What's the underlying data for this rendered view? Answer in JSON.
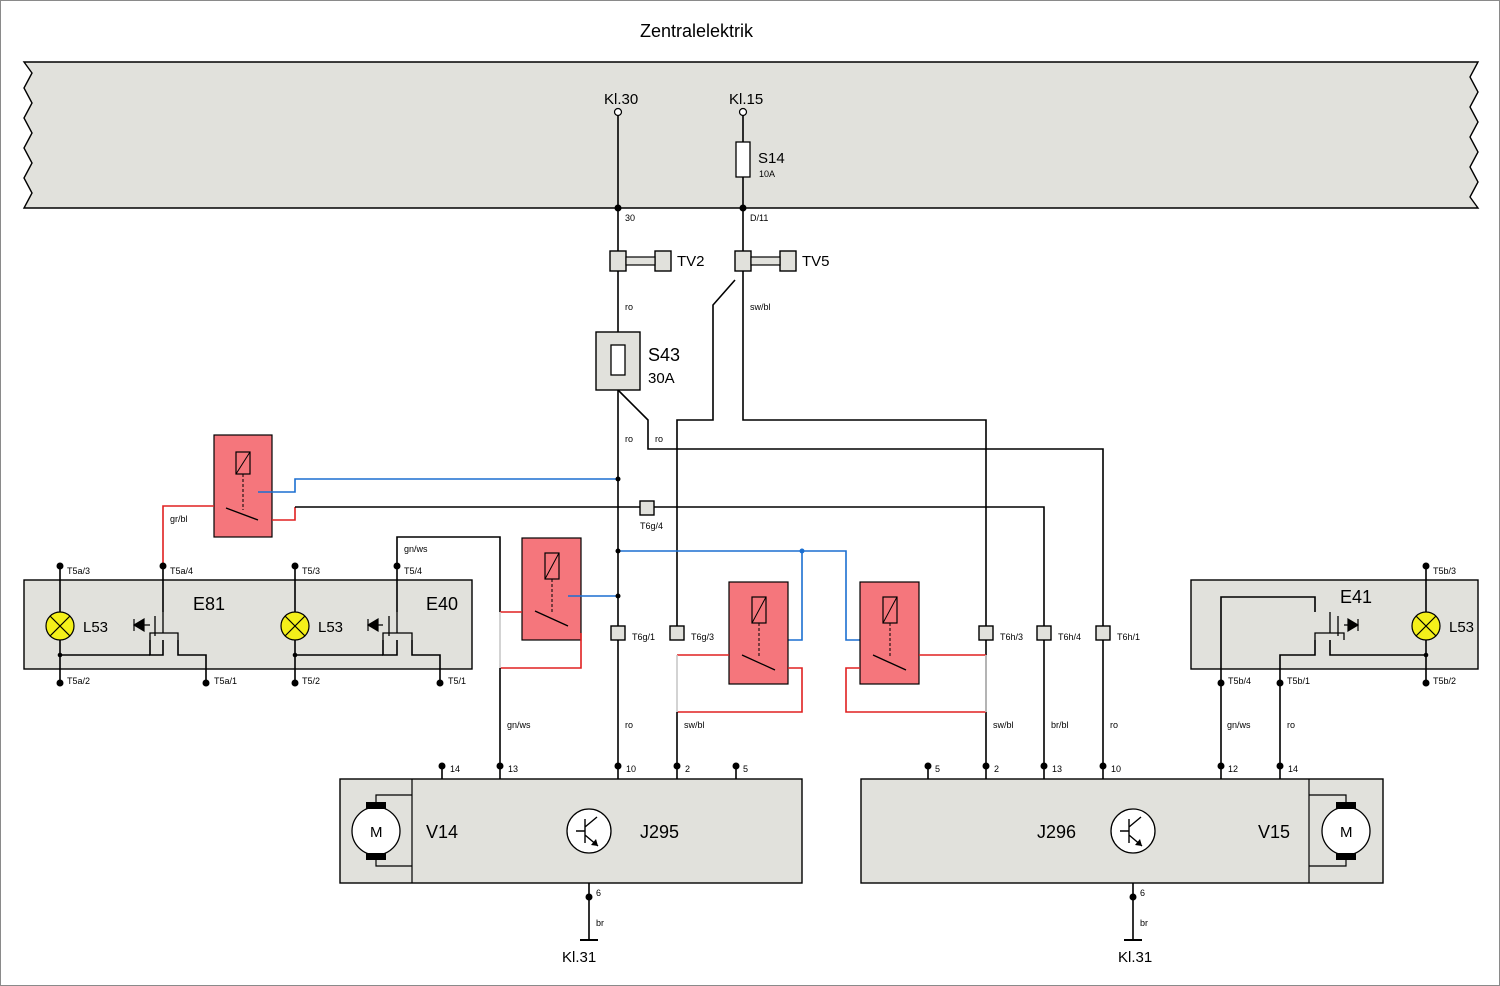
{
  "title": "Zentralelektrik",
  "terminals": {
    "kl30": "Kl.30",
    "kl15": "Kl.15",
    "kl31_left": "Kl.31",
    "kl31_right": "Kl.31"
  },
  "fuses": {
    "s14": {
      "name": "S14",
      "rating": "10A"
    },
    "s43": {
      "name": "S43",
      "rating": "30A"
    }
  },
  "connectors": {
    "tv2": "TV2",
    "tv5": "TV5",
    "pin30": "30",
    "pin_d11": "D/11",
    "t6g4": "T6g/4",
    "t6g1": "T6g/1",
    "t6g3": "T6g/3",
    "t6h3": "T6h/3",
    "t6h4": "T6h/4",
    "t6h1": "T6h/1",
    "t5a3": "T5a/3",
    "t5a4": "T5a/4",
    "t5a2": "T5a/2",
    "t5a1": "T5a/1",
    "t53": "T5/3",
    "t54": "T5/4",
    "t52": "T5/2",
    "t51": "T5/1",
    "t5b3": "T5b/3",
    "t5b4": "T5b/4",
    "t5b1": "T5b/1",
    "t5b2": "T5b/2"
  },
  "wire_colors": {
    "ro_top": "ro",
    "swbl_top": "sw/bl",
    "ro_mid1": "ro",
    "ro_mid2": "ro",
    "grbl": "gr/bl",
    "gnws_top": "gn/ws",
    "gnws_left": "gn/ws",
    "ro_j295": "ro",
    "swbl_j295": "sw/bl",
    "swbl_j296": "sw/bl",
    "brbl": "br/bl",
    "ro_j296": "ro",
    "gnws_right": "gn/ws",
    "ro_right": "ro",
    "br_left": "br",
    "br_right": "br"
  },
  "switches": {
    "e81": "E81",
    "e40": "E40",
    "e41": "E41"
  },
  "lamps": {
    "l53_a": "L53",
    "l53_b": "L53",
    "l53_c": "L53"
  },
  "modules": {
    "j295": "J295",
    "v14": "V14",
    "j296": "J296",
    "v15": "V15",
    "motor_glyph": "M"
  },
  "pins_j295": {
    "p14": "14",
    "p13": "13",
    "p10": "10",
    "p2": "2",
    "p5": "5",
    "p6": "6"
  },
  "pins_j296": {
    "p5": "5",
    "p2": "2",
    "p13": "13",
    "p10": "10",
    "p12": "12",
    "p14": "14",
    "p6": "6"
  },
  "colors": {
    "panel_fill": "#e1e1dc",
    "relay_fill": "#f5767c",
    "wire_blue": "#1b6fd1",
    "wire_red": "#e02020",
    "lamp_yellow": "#f4f01a"
  },
  "icons": [
    "fuse-icon",
    "relay-icon",
    "lamp-icon",
    "motor-icon",
    "transistor-icon",
    "ground-icon",
    "switch-icon"
  ]
}
